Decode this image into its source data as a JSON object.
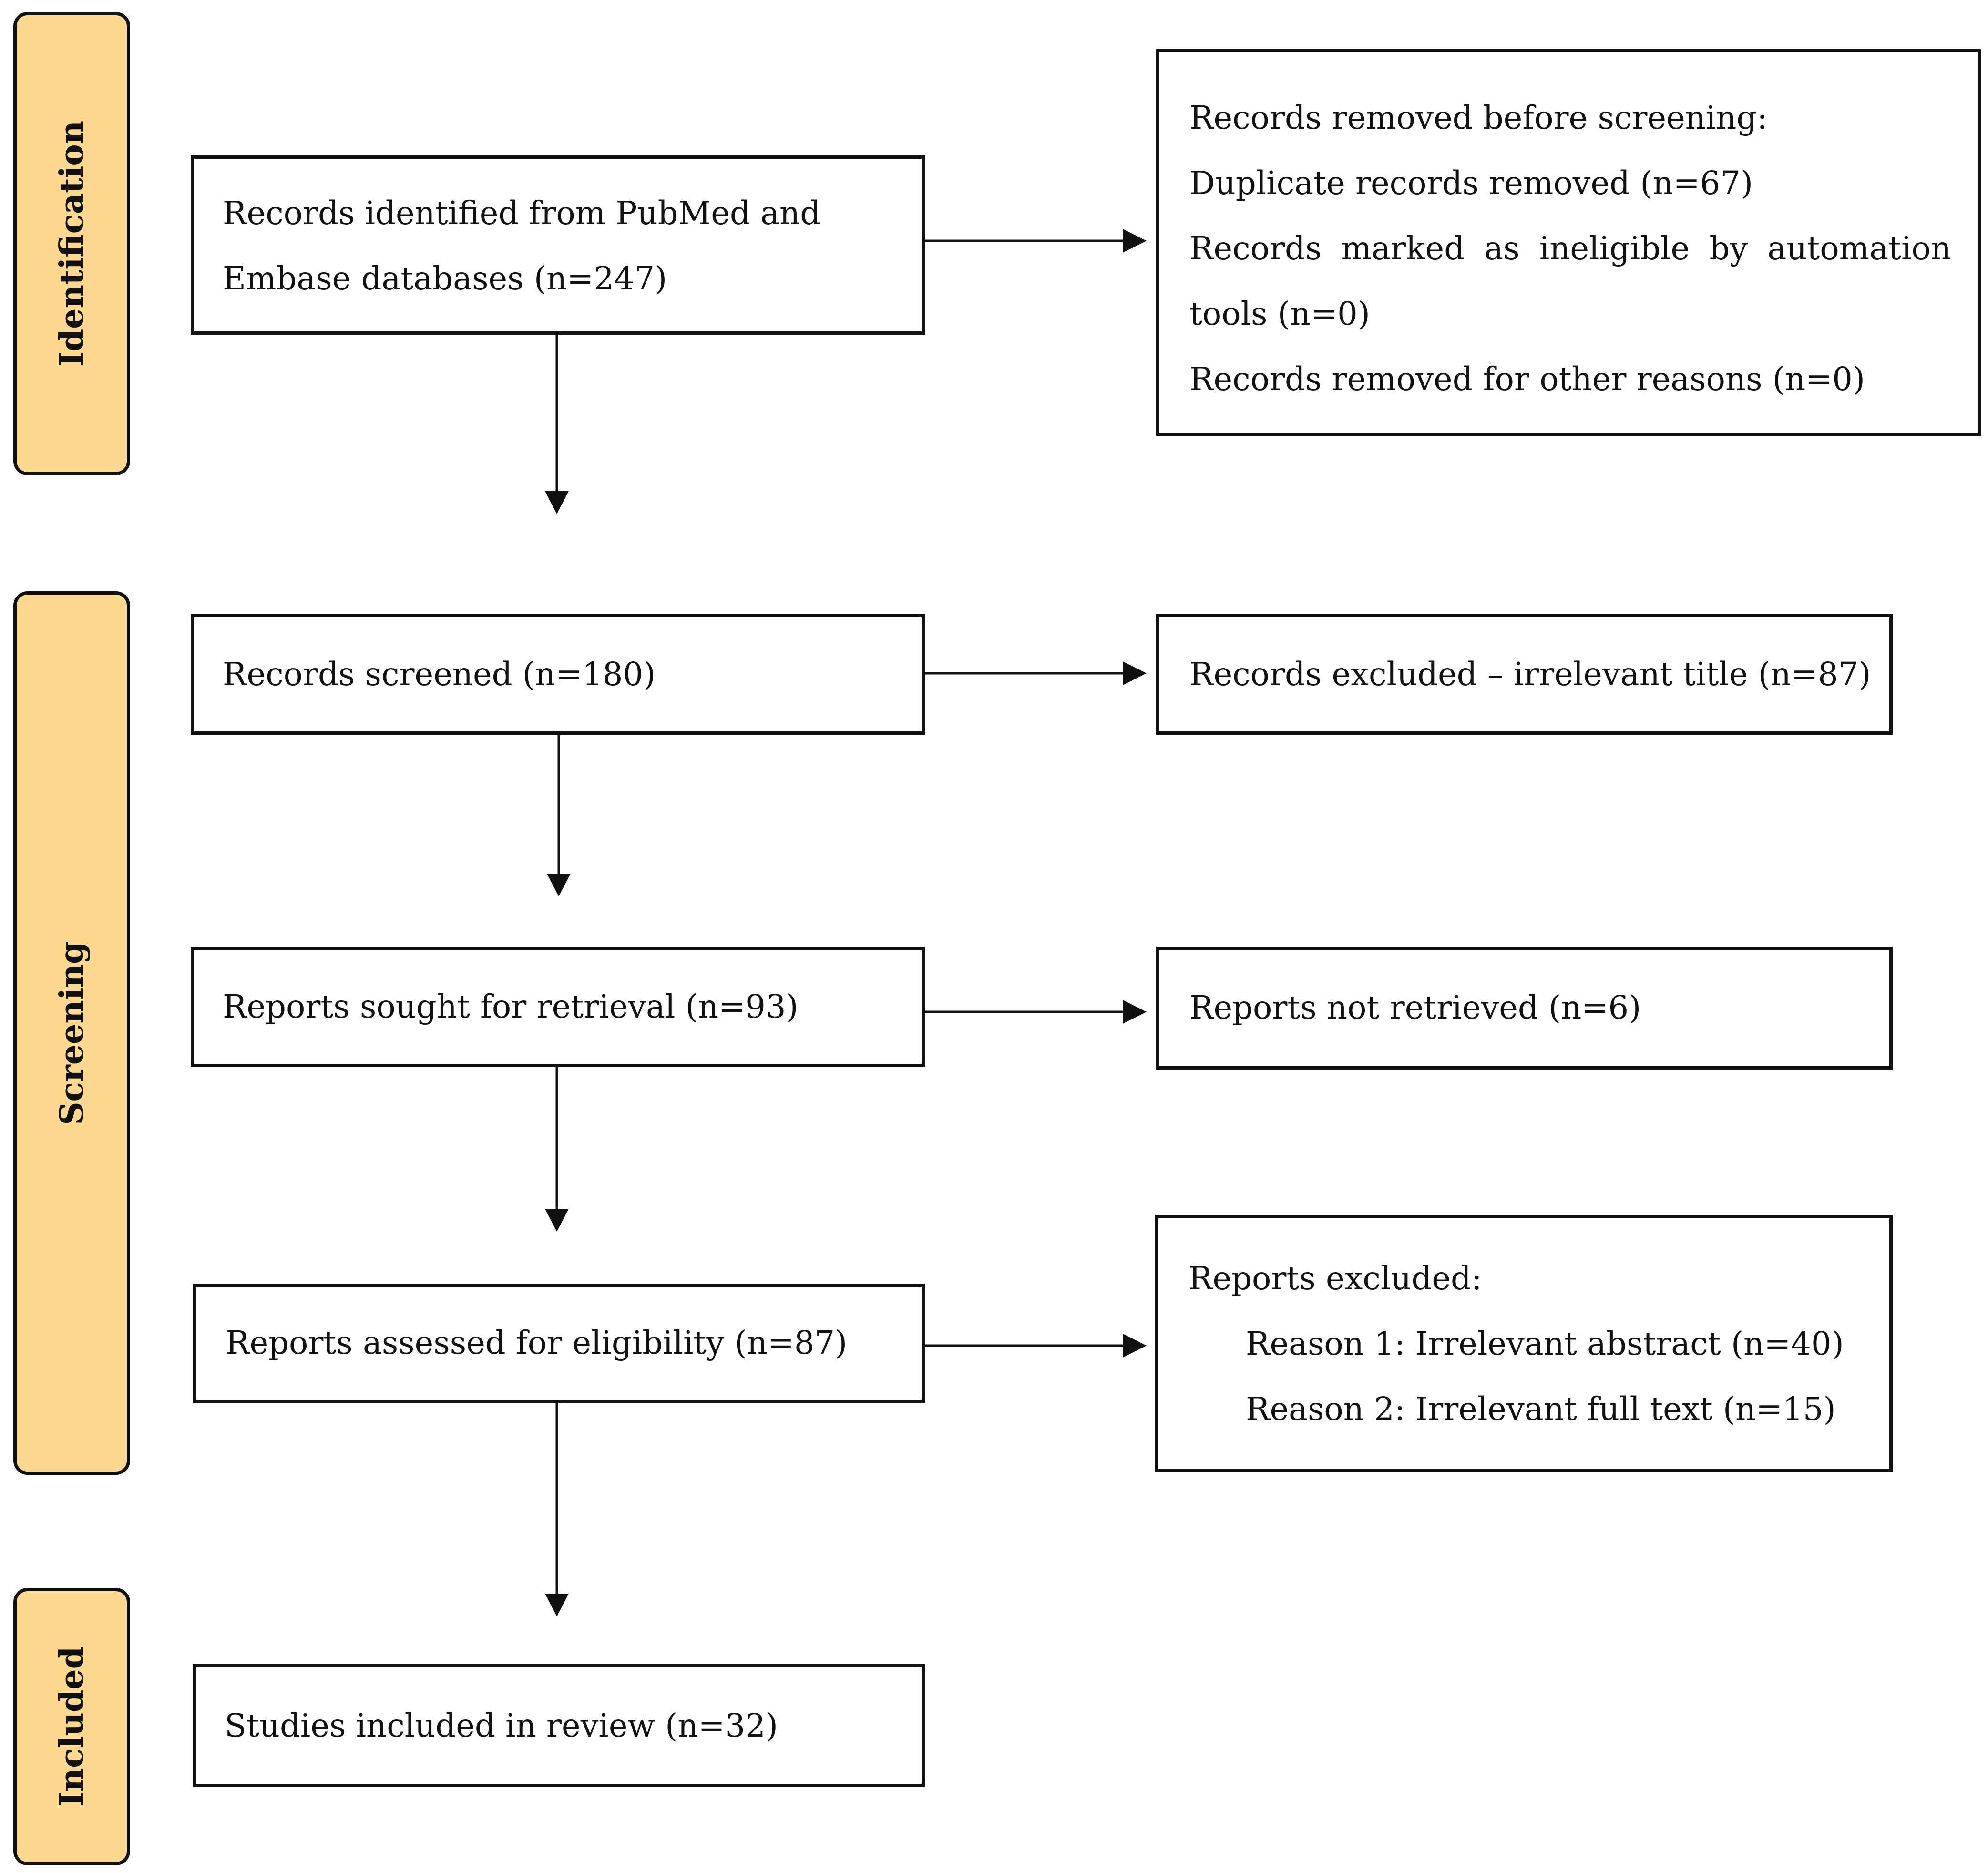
{
  "phases": {
    "identification": "Identification",
    "screening": "Screening",
    "included": "Included"
  },
  "boxes": {
    "identified": {
      "line1": "Records identified from PubMed and",
      "line2": "Embase databases (n=247)"
    },
    "removed_before_screening": {
      "heading": "Records removed before screening:",
      "duplicates": "Duplicate records removed (n=67)",
      "automation_line1": "Records marked as ineligible by automation",
      "automation_line2": "tools (n=0)",
      "other": "Records removed for other reasons (n=0)"
    },
    "screened": {
      "text": "Records screened (n=180)"
    },
    "excluded_title": {
      "text": "Records excluded – irrelevant title (n=87)"
    },
    "sought": {
      "text": "Reports sought for retrieval (n=93)"
    },
    "not_retrieved": {
      "text": "Reports not retrieved (n=6)"
    },
    "assessed": {
      "text": "Reports assessed for eligibility (n=87)"
    },
    "reports_excluded": {
      "heading": "Reports excluded:",
      "reason1": "Reason 1: Irrelevant abstract (n=40)",
      "reason2": "Reason 2: Irrelevant full text (n=15)"
    },
    "included": {
      "text": "Studies included in review (n=32)"
    }
  }
}
